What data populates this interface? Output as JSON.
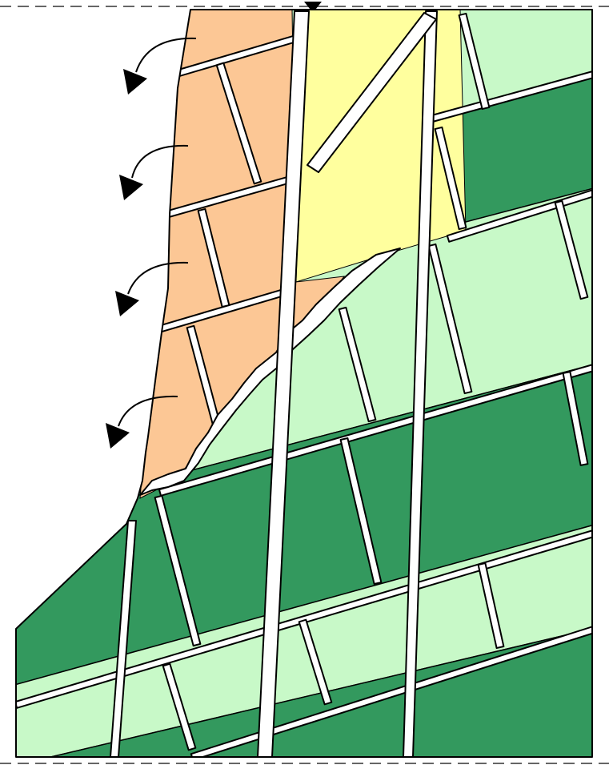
{
  "diagram": {
    "type": "geological-cross-section",
    "labels": [],
    "colors": {
      "failed_block": "#fcc795",
      "displaced_block": "#ffff9e",
      "light_rock": "#c8f9c8",
      "dark_rock": "#33995e",
      "fracture_fill": "#ffffff",
      "outline": "#000000",
      "boundary_line": "#666666"
    },
    "arrow_count": 4,
    "top_marker": "down-arrow"
  }
}
